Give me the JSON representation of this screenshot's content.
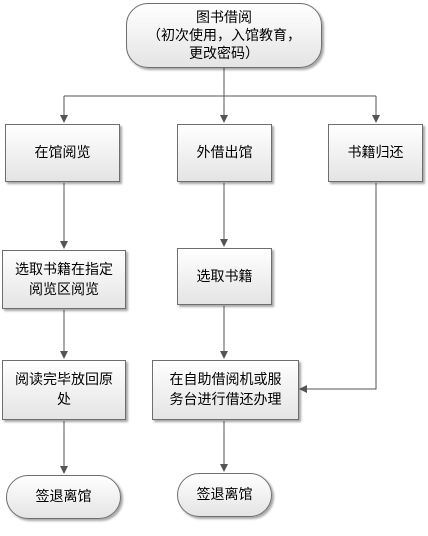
{
  "nodes": {
    "start_line1": "图书借阅",
    "start_line2": "（初次使用，入馆教育，",
    "start_line3": "更改密码）",
    "read_in_library": "在馆阅览",
    "borrow_out": "外借出馆",
    "return_books": "书籍归还",
    "select_read_line1": "选取书籍在指定",
    "select_read_line2": "阅览区阅览",
    "select_books": "选取书籍",
    "return_place_line1": "阅读完毕放回原",
    "return_place_line2": "处",
    "self_service_line1": "在自助借阅机或服",
    "self_service_line2": "务台进行借还办理",
    "exit_left": "签退离馆",
    "exit_middle": "签退离馆"
  },
  "colors": {
    "line": "#555555",
    "border": "#6e6e6e",
    "fill_top": "#ffffff",
    "fill_bottom": "#e4e4e4"
  }
}
